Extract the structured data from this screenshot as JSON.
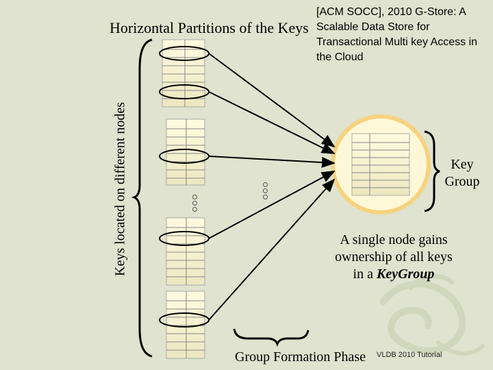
{
  "title": "Horizontal Partitions of the Keys",
  "citation": "[ACM SOCC], 2010 G-Store: A Scalable Data Store for Transactional Multi key Access in the Cloud",
  "vertical_label": "Keys located on different nodes",
  "key_group_label": [
    "Key",
    "Group"
  ],
  "single_node": {
    "line1": "A single node gains",
    "line2": "ownership of all keys",
    "line3_prefix": "in a ",
    "line3_emph": "KeyGroup"
  },
  "formation_label": "Group Formation Phase",
  "footer": "VLDB 2010 Tutorial",
  "colors": {
    "background": "#dfe3cf",
    "table_fill": "#fff8c8",
    "table_stripe": "#ece7c0",
    "highlight_circle": "#f7d27e",
    "watermark": "#c7cfad"
  }
}
